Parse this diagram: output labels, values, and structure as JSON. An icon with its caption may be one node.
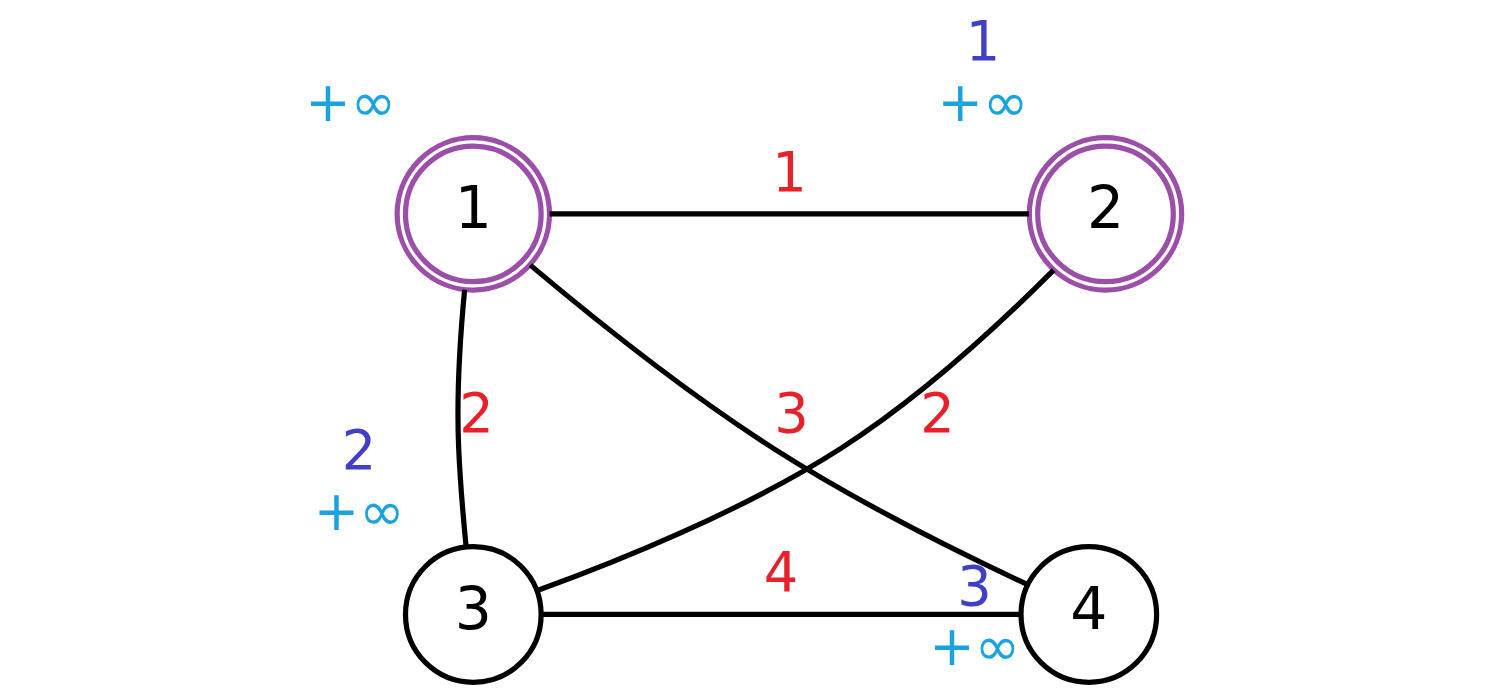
{
  "diagram": {
    "nodes": [
      {
        "text": [
          "1"
        ],
        "beside": [
          "+∞"
        ]
      },
      {
        "text": [
          "2"
        ],
        "beside": [
          "1",
          "+∞"
        ]
      },
      {
        "text": [
          "3"
        ],
        "beside": [
          "2",
          "+∞"
        ]
      },
      {
        "text": [
          "4"
        ],
        "beside": [
          "3",
          "+∞"
        ]
      }
    ],
    "edges": [
      {
        "from": 0,
        "to": 1,
        "arrow": "none",
        "label": "1"
      },
      {
        "from": 0,
        "to": 2,
        "arrow": "none",
        "label": "2"
      },
      {
        "from": 0,
        "to": 3,
        "arrow": "none",
        "label": "3"
      },
      {
        "from": 2,
        "to": 1,
        "arrow": "none",
        "label": "2"
      },
      {
        "from": 2,
        "to": 3,
        "arrow": "none",
        "label": "4"
      }
    ]
  }
}
